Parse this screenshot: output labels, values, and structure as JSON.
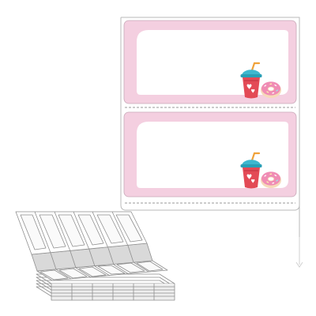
{
  "product": {
    "kind": "fanfold-label-sheet",
    "labels_per_row": 1,
    "visible_label_count": 2,
    "label_shape": "rounded-rectangle",
    "label_border": "pink",
    "label_illustration": [
      "drink-cup-with-straw",
      "donut"
    ],
    "fanfold_stack_columns": 6
  },
  "colors": {
    "background": "#ffffff",
    "liner_outline": "#b9b9b9",
    "perforation": "#9a9a9a",
    "label_frame_pink": "#f4cfe0",
    "label_center_white": "#ffffff",
    "cup_red": "#e34a56",
    "cup_lid_teal": "#3fb7cf",
    "straw_orange": "#f0a23a",
    "donut_pink": "#f08cb4",
    "donut_dough": "#f6d9b9",
    "stack_gray": "#d9d9d9",
    "stack_edge": "#8f8f8f"
  }
}
